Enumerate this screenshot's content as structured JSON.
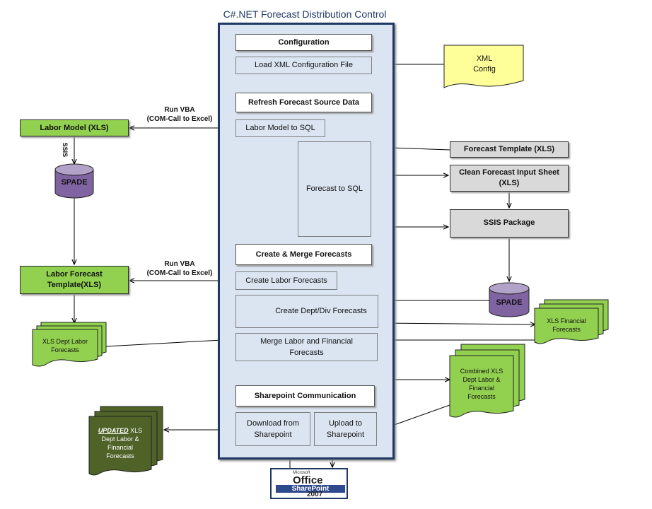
{
  "title": "C#.NET Forecast Distribution Control",
  "sections": {
    "configuration": "Configuration",
    "refresh": "Refresh Forecast Source Data",
    "create_merge": "Create & Merge Forecasts",
    "sharepoint": "Sharepoint Communication"
  },
  "steps": {
    "load_xml": "Load XML Configuration File",
    "labor_model_sql": "Labor Model to SQL",
    "forecast_sql": "Forecast to SQL",
    "create_labor": "Create Labor Forecasts",
    "create_dept": "Create Dept/Div Forecasts",
    "merge_line1": "Merge Labor and Financial",
    "merge_line2": "Forecasts",
    "download_line1": "Download from",
    "download_line2": "Sharepoint",
    "upload_line1": "Upload to",
    "upload_line2": "Sharepoint"
  },
  "external": {
    "xml_config_line1": "XML",
    "xml_config_line2": "Config",
    "labor_model": "Labor Model (XLS)",
    "spade": "SPADE",
    "labor_template_line1": "Labor Forecast",
    "labor_template_line2": "Template(XLS)",
    "xls_dept_labor_line1": "XLS Dept Labor",
    "xls_dept_labor_line2": "Forecasts",
    "forecast_template": "Forecast Template (XLS)",
    "clean_input_line1": "Clean Forecast Input Sheet",
    "clean_input_line2": "(XLS)",
    "ssis_package": "SSIS Package",
    "spade2": "SPADE",
    "xls_financial_line1": "XLS Financial",
    "xls_financial_line2": "Forecasts",
    "combined_line1": "Combined XLS",
    "combined_line2": "Dept Labor &",
    "combined_line3": "Financial",
    "combined_line4": "Forecasts",
    "updated_emph": "UPDATED",
    "updated_line1_rest": " XLS",
    "updated_line2": "Dept Labor &",
    "updated_line3": "Financial",
    "updated_line4": "Forecasts"
  },
  "edge_labels": {
    "run_vba_1_line1": "Run VBA",
    "run_vba_1_line2": "(COM-Call to Excel)",
    "ssis": "SSIS",
    "run_vba_2_line1": "Run VBA",
    "run_vba_2_line2": "(COM-Call to Excel)"
  },
  "sharepoint_logo": {
    "brand": "Microsoft",
    "office": "Office",
    "product": "SharePoint",
    "version": "2007"
  },
  "colors": {
    "container_fill": "#dbe5f1",
    "container_border": "#1f3864",
    "green": "#92d050",
    "dark_green": "#4f6228",
    "gray": "#d9d9d9",
    "yellow_note": "#ffff99",
    "cylinder": "#8064a2"
  }
}
